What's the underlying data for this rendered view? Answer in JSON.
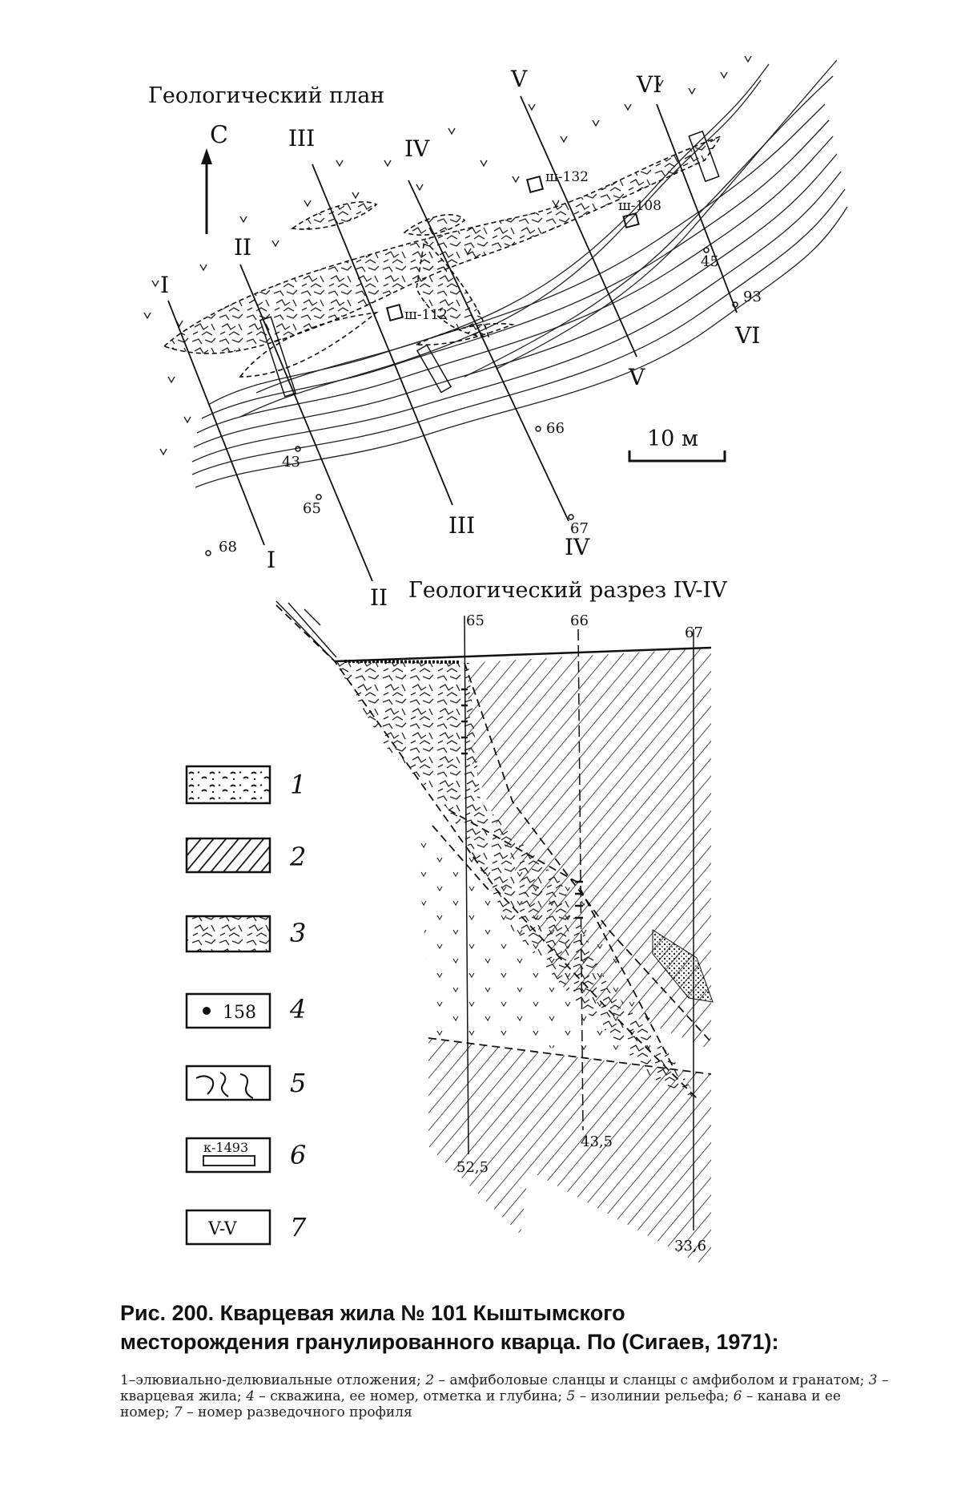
{
  "plan": {
    "title": "Геологический план",
    "north_label": "С",
    "scale_label": "10 м",
    "profiles": [
      {
        "start": "I",
        "end": "I"
      },
      {
        "start": "II",
        "end": "II"
      },
      {
        "start": "III",
        "end": "III"
      },
      {
        "start": "IV",
        "end": "IV"
      },
      {
        "start": "V",
        "end": "V"
      },
      {
        "start": "VI",
        "end": "VI"
      }
    ],
    "wells": [
      "43",
      "65",
      "66",
      "67",
      "68",
      "45",
      "93"
    ],
    "shafts": [
      "ш-112",
      "ш-132",
      "ш-108"
    ]
  },
  "section": {
    "title": "Геологический разрез IV-IV",
    "wells": [
      {
        "name": "65",
        "depth": "52,5"
      },
      {
        "name": "66",
        "depth": "43,5"
      },
      {
        "name": "67",
        "depth": "33,6"
      }
    ]
  },
  "legend": {
    "items": [
      {
        "number": "1"
      },
      {
        "number": "2"
      },
      {
        "number": "3"
      },
      {
        "number": "4",
        "text": "158"
      },
      {
        "number": "5"
      },
      {
        "number": "6",
        "text": "к-1493"
      },
      {
        "number": "7",
        "text": "V-V"
      }
    ]
  },
  "caption": {
    "title_line1": "Рис. 200. Кварцевая жила № 101 Кыштымского",
    "title_line2": "месторождения гранулированного кварца. По (Сигаев, 1971):",
    "legend_items": [
      {
        "num": "1",
        "text": "элювиально-делювиальные отложения;"
      },
      {
        "num": "2",
        "text": "амфиболовые сланцы и сланцы с амфиболом и гранатом;"
      },
      {
        "num": "3",
        "text": "кварцевая жила;"
      },
      {
        "num": "4",
        "text": "скважина, ее номер, отметка и глубина;"
      },
      {
        "num": "5",
        "text": "изолинии рельефа;"
      },
      {
        "num": "6",
        "text": "канава и ее номер;"
      },
      {
        "num": "7",
        "text": "номер разведочного профиля"
      }
    ]
  }
}
